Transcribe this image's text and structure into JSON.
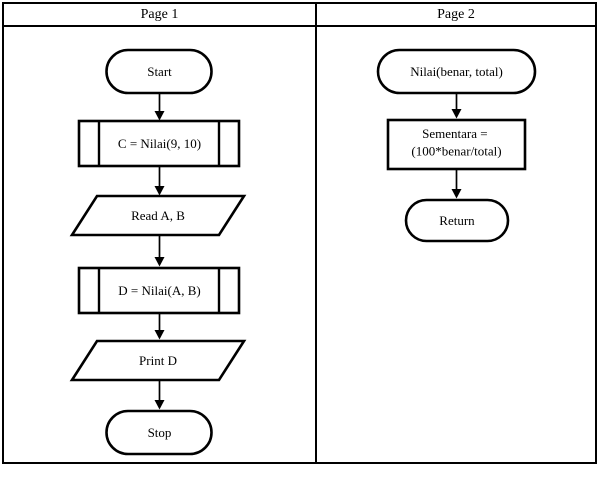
{
  "colors": {
    "stroke": "#000000",
    "fill": "#ffffff",
    "text": "#000000"
  },
  "pages": [
    {
      "title": "Page 1",
      "nodes": [
        {
          "id": "start",
          "type": "terminator",
          "label": "Start"
        },
        {
          "id": "c-assign",
          "type": "predefined-process",
          "label": "C = Nilai(9, 10)"
        },
        {
          "id": "read-ab",
          "type": "input-output",
          "label": "Read A, B"
        },
        {
          "id": "d-assign",
          "type": "predefined-process",
          "label": "D = Nilai(A, B)"
        },
        {
          "id": "print-d",
          "type": "input-output",
          "label": "Print D"
        },
        {
          "id": "stop",
          "type": "terminator",
          "label": "Stop"
        }
      ]
    },
    {
      "title": "Page 2",
      "nodes": [
        {
          "id": "nilai-entry",
          "type": "terminator",
          "label": "Nilai(benar, total)"
        },
        {
          "id": "sementara",
          "type": "process",
          "lines": [
            "Sementara =",
            "(100*benar/total)"
          ]
        },
        {
          "id": "return",
          "type": "terminator",
          "label": "Return"
        }
      ]
    }
  ]
}
